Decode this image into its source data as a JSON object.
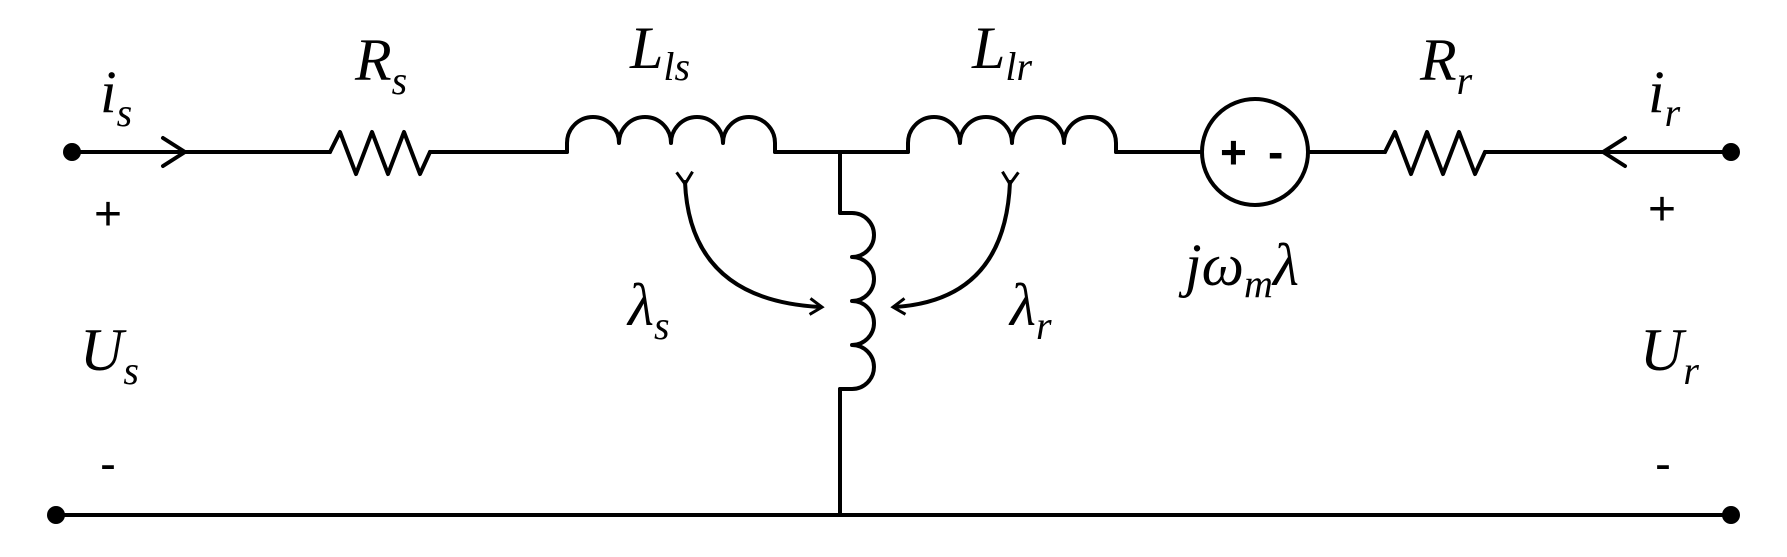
{
  "diagram": {
    "type": "circuit-schematic",
    "labels": {
      "is": {
        "base": "i",
        "sub": "s"
      },
      "Rs": {
        "base": "R",
        "sub": "s"
      },
      "Lls": {
        "base": "L",
        "sub": "ls"
      },
      "Llr": {
        "base": "L",
        "sub": "lr"
      },
      "Rr": {
        "base": "R",
        "sub": "r"
      },
      "ir": {
        "base": "i",
        "sub": "r"
      },
      "lambda_s": {
        "base": "λ",
        "sub": "s"
      },
      "lambda_r": {
        "base": "λ",
        "sub": "r"
      },
      "source": {
        "pre": "jω",
        "sub": "m",
        "post": "λ"
      },
      "Us": {
        "base": "U",
        "sub": "s"
      },
      "Ur": {
        "base": "U",
        "sub": "r"
      }
    },
    "signs": {
      "stator_plus": "+",
      "stator_minus": "-",
      "rotor_plus": "+",
      "rotor_minus": "-",
      "source_plus": "+",
      "source_minus": "-"
    },
    "components": [
      "stator-terminal",
      "stator-resistance",
      "stator-leakage-inductance",
      "magnetizing-inductance",
      "rotor-leakage-inductance",
      "speed-voltage-source",
      "rotor-resistance",
      "rotor-terminal"
    ]
  }
}
